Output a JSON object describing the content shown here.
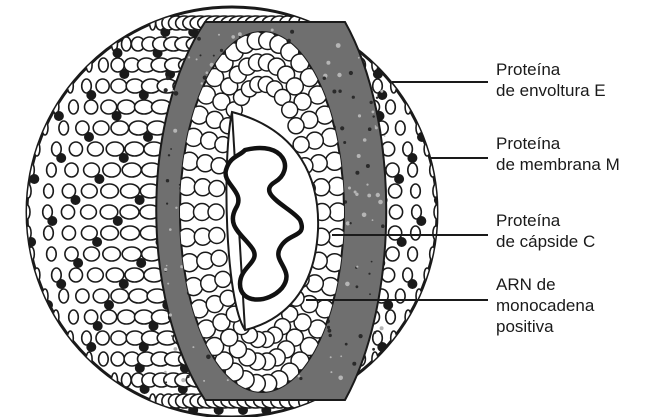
{
  "labels": [
    {
      "lines": [
        "Proteína",
        "de envoltura E"
      ]
    },
    {
      "lines": [
        "Proteína",
        "de membrana M"
      ]
    },
    {
      "lines": [
        "Proteína",
        "de cápside C"
      ]
    },
    {
      "lines": [
        "ARN de",
        "monocadena",
        "positiva"
      ]
    }
  ],
  "colors": {
    "ink": "#1a1a1a",
    "paper": "#ffffff",
    "band": "#6f6f6f"
  }
}
